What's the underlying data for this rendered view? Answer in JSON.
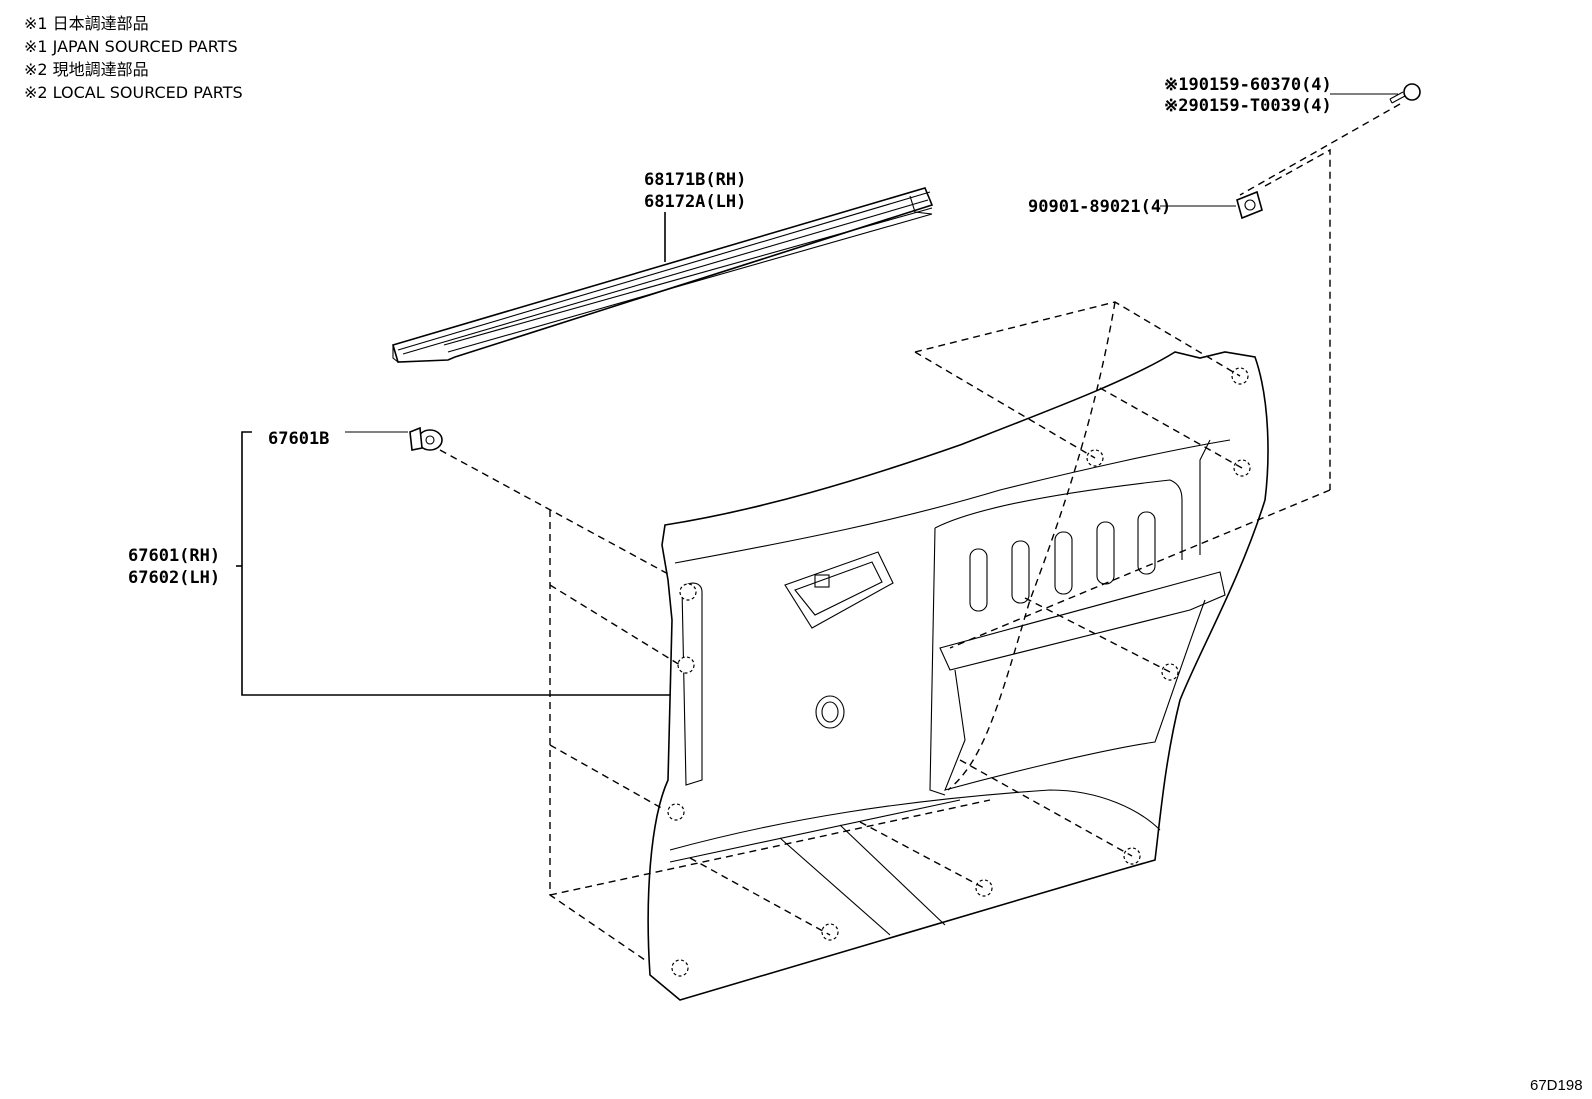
{
  "notes": [
    "※1 日本調達部品",
    "※1 JAPAN SOURCED PARTS",
    "※2 現地調達部品",
    "※2 LOCAL SOURCED PARTS"
  ],
  "callouts": {
    "screw_1": "※190159-60370(4)",
    "screw_2": "※290159-T0039(4)",
    "nut": "90901-89021(4)",
    "weatherstrip_rh": "68171B(RH)",
    "weatherstrip_lh": "68172A(LH)",
    "clip": "67601B",
    "panel_rh": "67601(RH)",
    "panel_lh": "67602(LH)"
  },
  "diagram_code": "67D198"
}
